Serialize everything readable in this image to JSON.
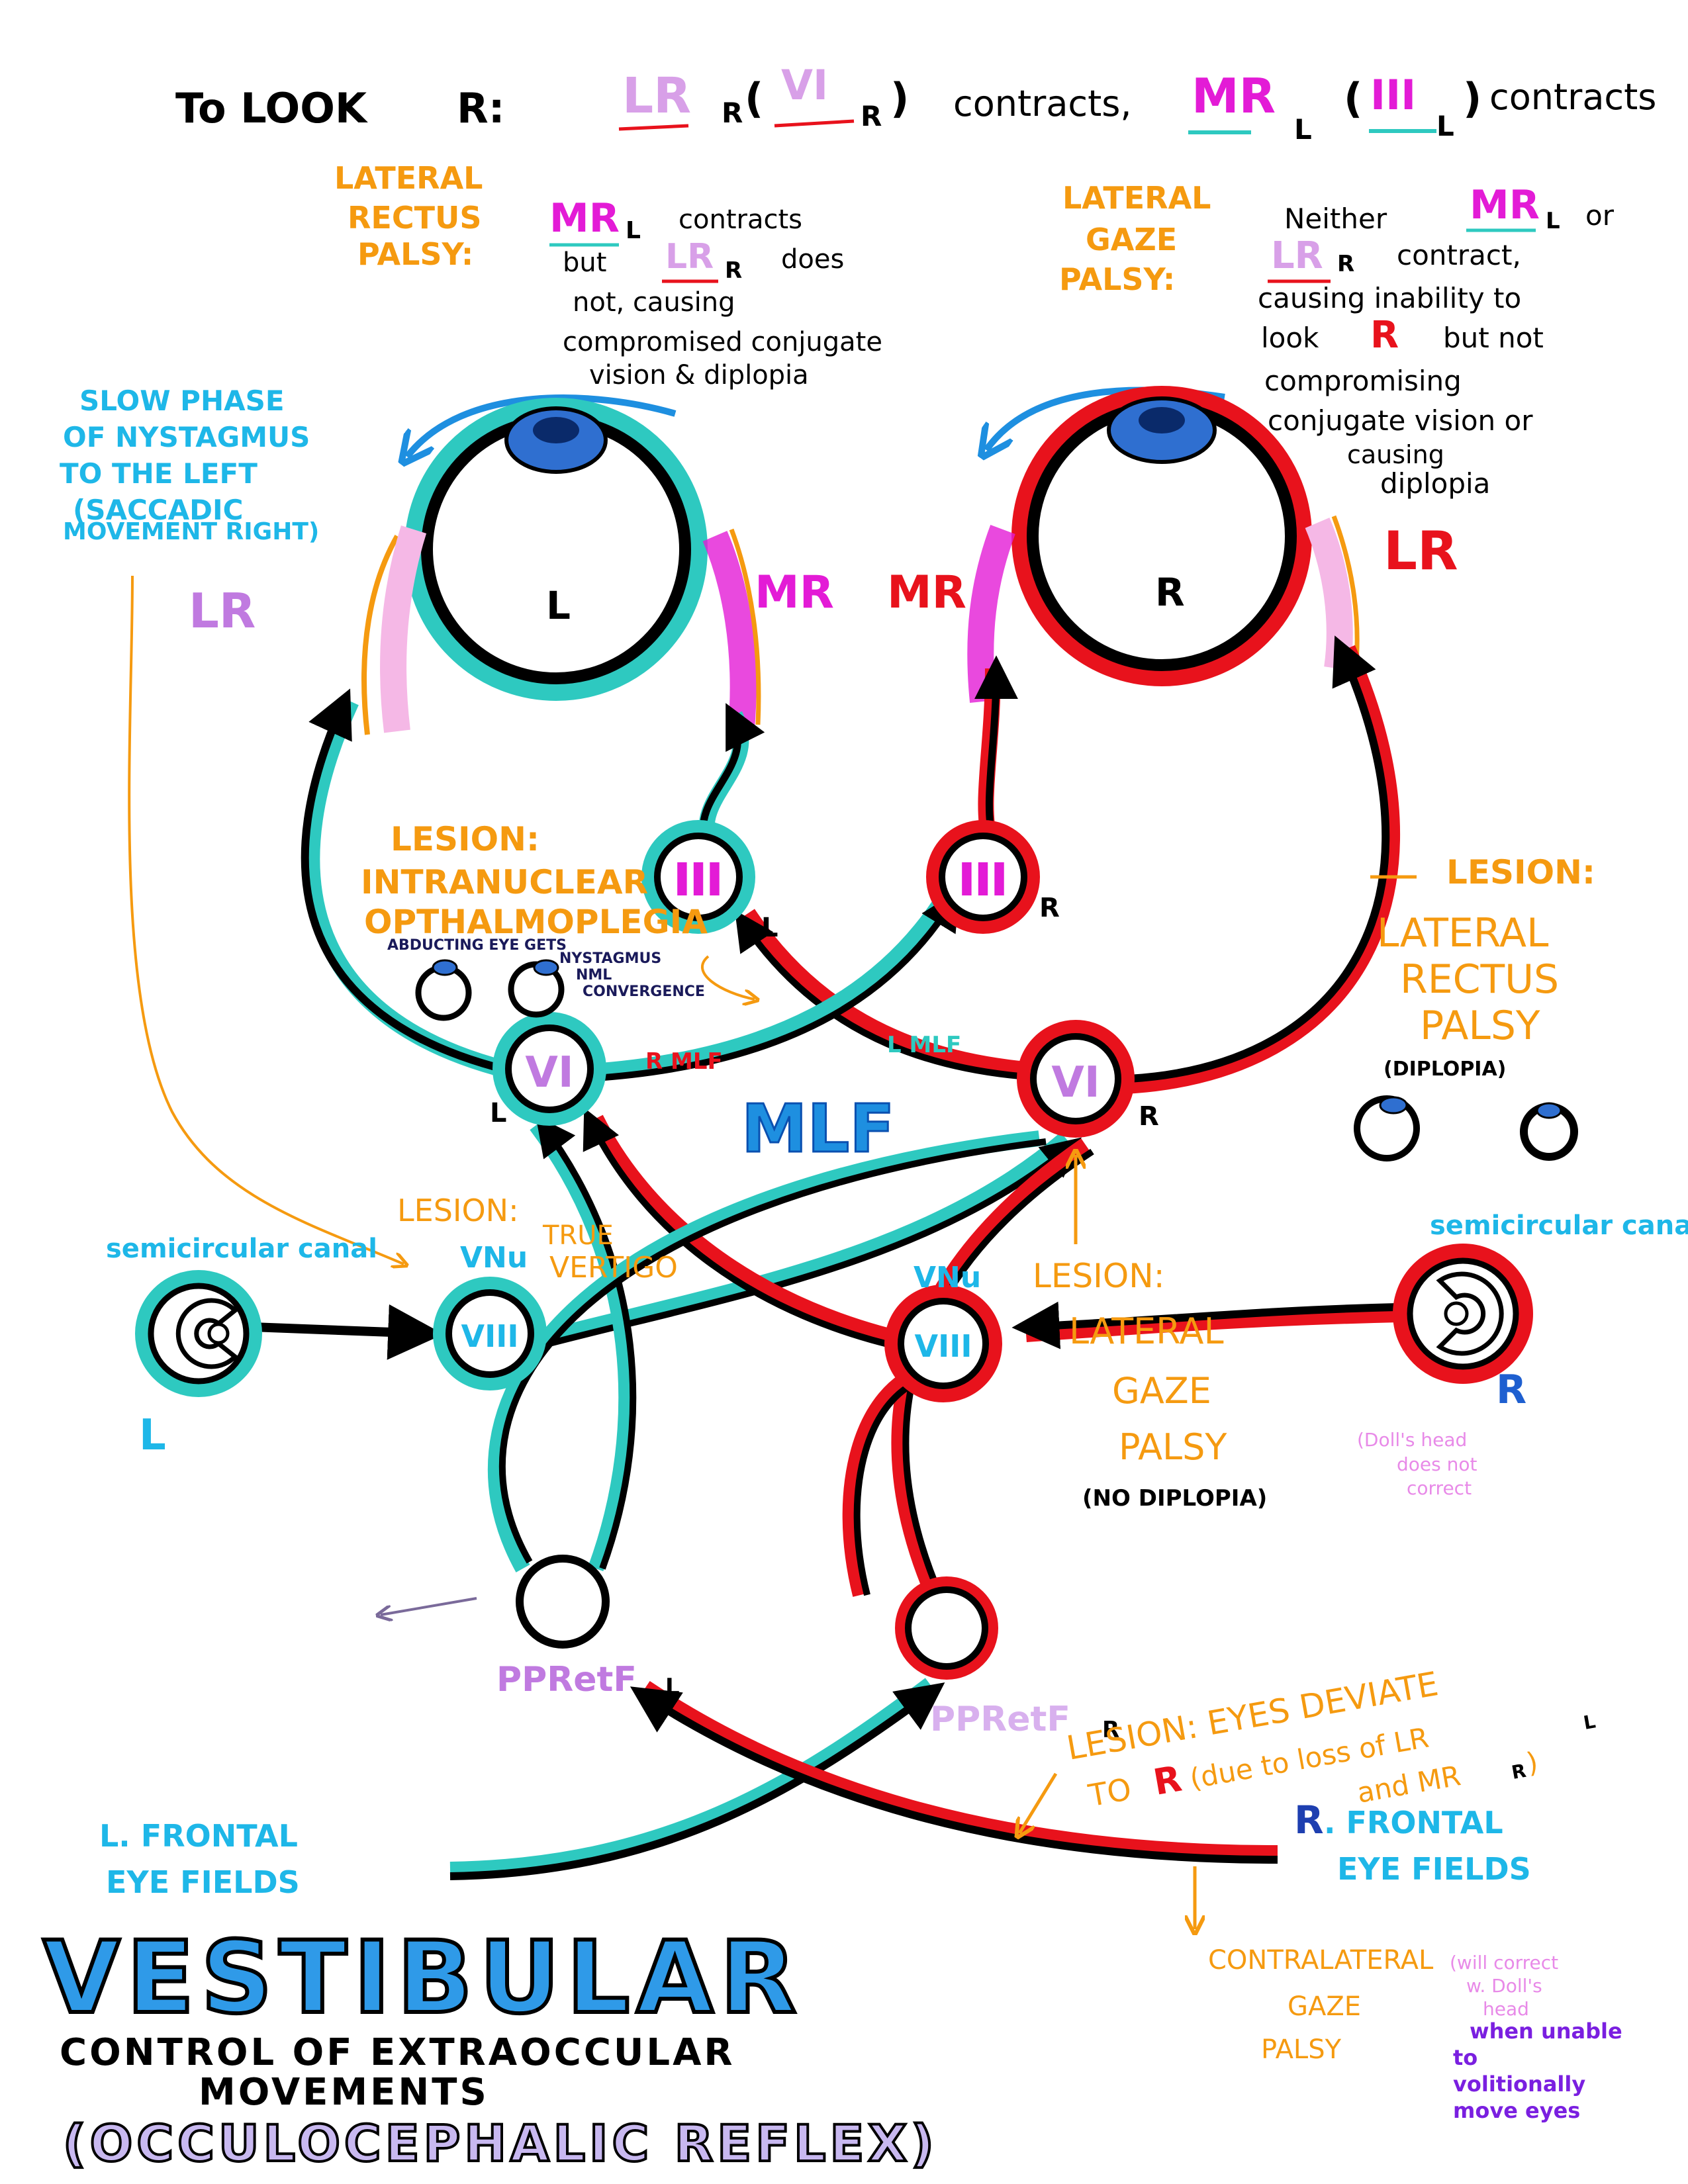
{
  "colors": {
    "black": "#000000",
    "teal": "#2ec9c0",
    "red": "#e8121c",
    "orange": "#f59a10",
    "magenta": "#e31bd6",
    "violet": "#b57ad8",
    "blue": "#1e8fe0",
    "navy": "#1a1a5a",
    "eye_blue": "#2f6fd0",
    "pink": "#f5b8e6",
    "deep_purple": "#7a1fe0"
  },
  "header": {
    "to_look": "To LOOK",
    "r": "R:",
    "lr": "LR",
    "sub_r1": "R",
    "paren_open": "(",
    "vi": "VI",
    "sub_r2": "R",
    "paren_close1": ")",
    "contracts1": "contracts,",
    "mr": "MR",
    "sub_l1": "L",
    "paren_open2": "(",
    "iii": "III",
    "sub_l2": "L",
    "paren_close2": ")",
    "contracts2": "contracts"
  },
  "lateral_rectus_palsy_note": {
    "title": [
      "LATERAL",
      "RECTUS",
      "PALSY:"
    ],
    "mr": "MR",
    "mr_sub": "L",
    "line1_rest": "contracts",
    "line2_pre": "but",
    "lr": "LR",
    "lr_sub": "R",
    "line2_post": "does",
    "line3": "not, causing",
    "line4": "compromised conjugate",
    "line5": "vision & diplopia"
  },
  "lateral_gaze_palsy_note": {
    "title": [
      "LATERAL",
      "GAZE",
      "PALSY:"
    ],
    "neither": "Neither",
    "mr": "MR",
    "mr_sub": "L",
    "or": "or",
    "lr": "LR",
    "lr_sub": "R",
    "contract": "contract,",
    "line3": "causing inability to",
    "line4_pre": "look",
    "line4_r": "R",
    "line4_post": "but not",
    "line5": "compromising",
    "line6": "conjugate vision or",
    "line7": "causing",
    "line8": "diplopia"
  },
  "nystagmus_note": [
    "SLOW PHASE",
    "OF NYSTAGMUS",
    "TO THE LEFT",
    "(SACCADIC",
    "MOVEMENT RIGHT)"
  ],
  "eyes": {
    "left_label": "L",
    "right_label": "R",
    "left_lr": "LR",
    "left_mr": "MR",
    "right_mr": "MR",
    "right_lr": "LR"
  },
  "nuclei": {
    "iii": "III",
    "iii_l_sub": "L",
    "iii_r_sub": "R",
    "vi": "VI",
    "vi_l_sub": "L",
    "vi_r_sub": "R",
    "viii": "VIII",
    "vnu_left": "VNu",
    "vnu_right": "VNu"
  },
  "lesion_ino": {
    "lines": [
      "LESION:",
      "INTRANUCLEAR",
      "OPTHALMOPLEGIA"
    ],
    "note1": "ABDUCTING EYE GETS",
    "note2": "NYSTAGMUS",
    "note3": "NML",
    "note4": "CONVERGENCE"
  },
  "mlf": {
    "big": "MLF",
    "r_mlf": "R MLF",
    "l_mlf": "L MLF"
  },
  "lesion_lr_palsy": {
    "lines": [
      "LESION:",
      "LATERAL",
      "RECTUS",
      "PALSY"
    ],
    "sub": "(DIPLOPIA)"
  },
  "lesion_vertigo": {
    "lines": [
      "LESION:",
      "TRUE",
      "VERTIGO"
    ]
  },
  "lesion_lat_gaze": {
    "lines": [
      "LESION:",
      "LATERAL",
      "GAZE",
      "PALSY"
    ],
    "paren": [
      "(Doll's head",
      "does not",
      "correct"
    ],
    "sub": "(NO DIPLOPIA)"
  },
  "canals": {
    "left_label": "semicircular canal",
    "left_side": "L",
    "right_label": "semicircular canal",
    "right_side": "R"
  },
  "ppref": {
    "left": "PPRetF",
    "left_sub": "L",
    "right": "PPRetF",
    "right_sub": "R"
  },
  "lesion_deviate": {
    "line1": "LESION: EYES DEVIATE",
    "line2_pre": "TO",
    "line2_r": "R",
    "line2_post": "(due to loss of LR",
    "line2_sub": "L",
    "line3": "and MR",
    "line3_sub": "R",
    "line3_close": ")"
  },
  "frontal": {
    "left": [
      "L. FRONTAL",
      "EYE FIELDS"
    ],
    "right_r": "R",
    "right": [
      ". FRONTAL",
      "EYE FIELDS"
    ]
  },
  "contralateral": {
    "lines": [
      "CONTRALATERAL",
      "GAZE",
      "PALSY"
    ],
    "paren": [
      "(will correct",
      "w. Doll's",
      "head"
    ],
    "purple": [
      "when unable",
      "to",
      "volitionally",
      "move eyes"
    ]
  },
  "title": {
    "main": "VESTIBULAR",
    "line2": "CONTROL OF EXTRAOCCULAR",
    "line3": "MOVEMENTS",
    "line4": "(OCCULOCEPHALIC REFLEX)"
  }
}
